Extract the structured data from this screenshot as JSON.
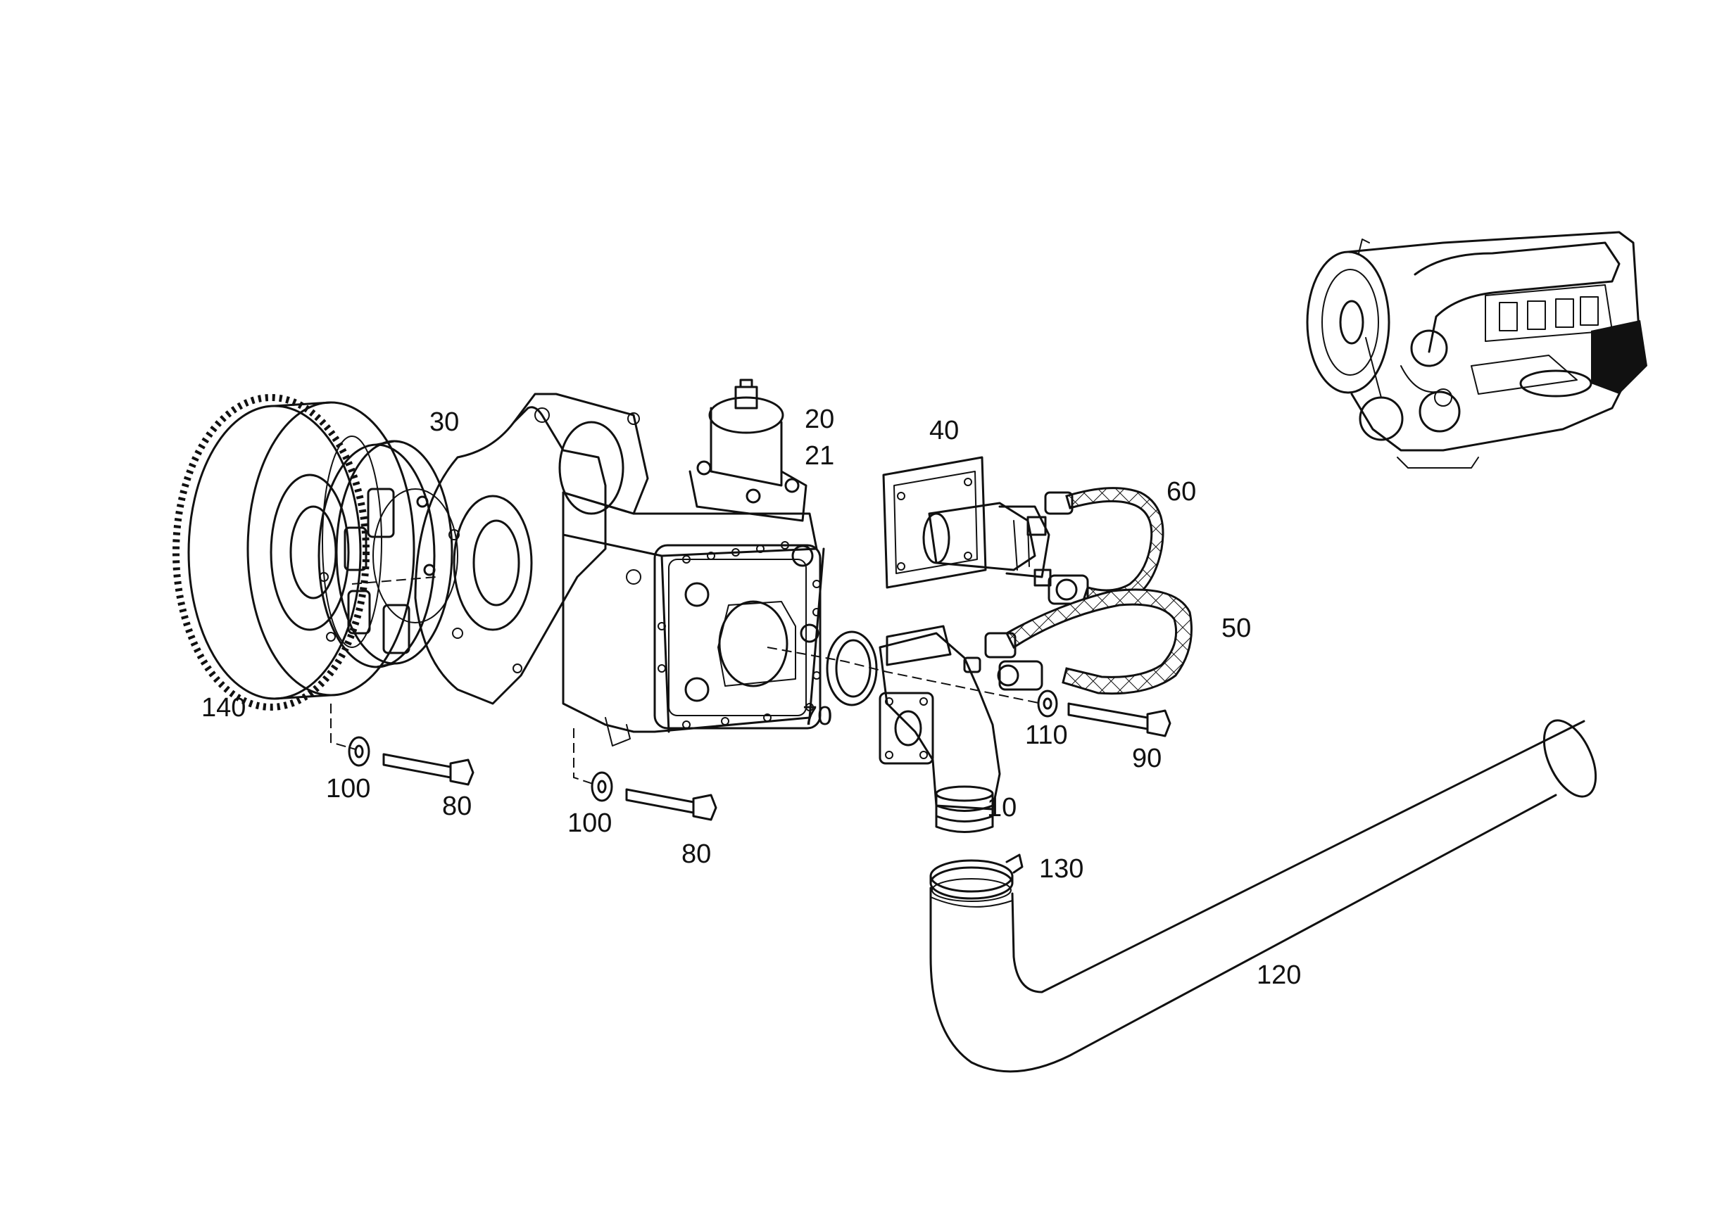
{
  "labels": {
    "p10": "10",
    "p20": "20",
    "p21": "21",
    "p30": "30",
    "p40": "40",
    "p50": "50",
    "p60": "60",
    "p70": "70",
    "p80a": "80",
    "p80b": "80",
    "p90": "90",
    "p100a": "100",
    "p100b": "100",
    "p110": "110",
    "p120": "120",
    "p130": "130",
    "p140": "140"
  },
  "icons": {
    "engine_overview": "engine-thumbnail-icon"
  }
}
